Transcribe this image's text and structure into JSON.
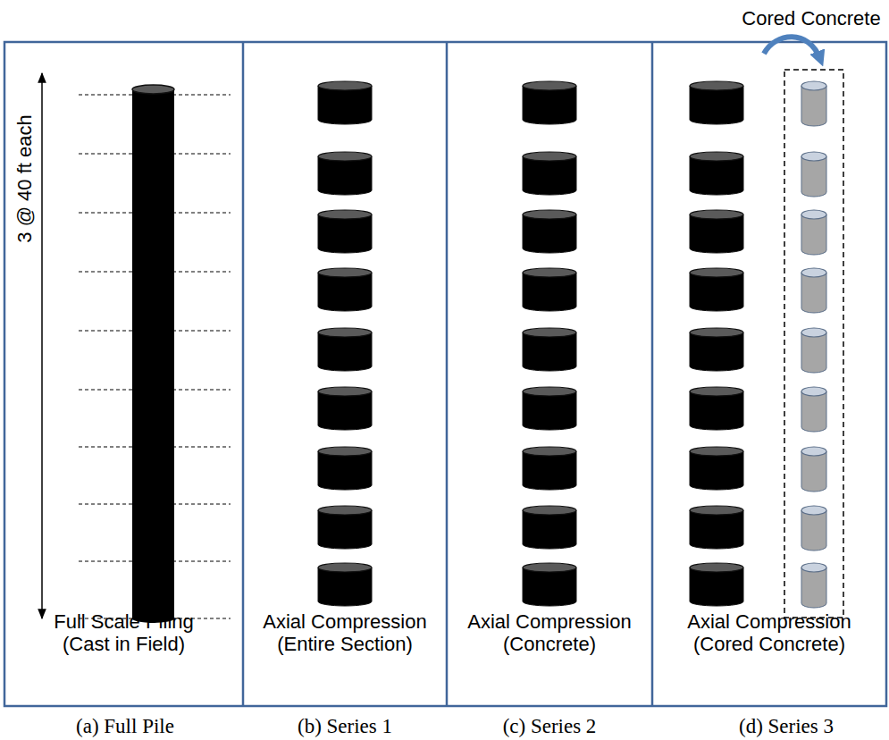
{
  "diagram": {
    "nodes": [
      {
        "text": [
          "Full Scale Piling (Cast in Field)"
        ]
      },
      {
        "text": [
          "Axial Compression (Entire Section)"
        ]
      },
      {
        "text": [
          "Axial Compression (Concrete)"
        ]
      },
      {
        "text": [
          "Axial Compression (Cored Concrete)"
        ]
      }
    ],
    "labels": [
      "3 @ 40 ft each",
      "Cored Concrete",
      "(a) Full Pile",
      "(b) Series 1",
      "(c) Series 2",
      "(d) Series 3"
    ]
  }
}
